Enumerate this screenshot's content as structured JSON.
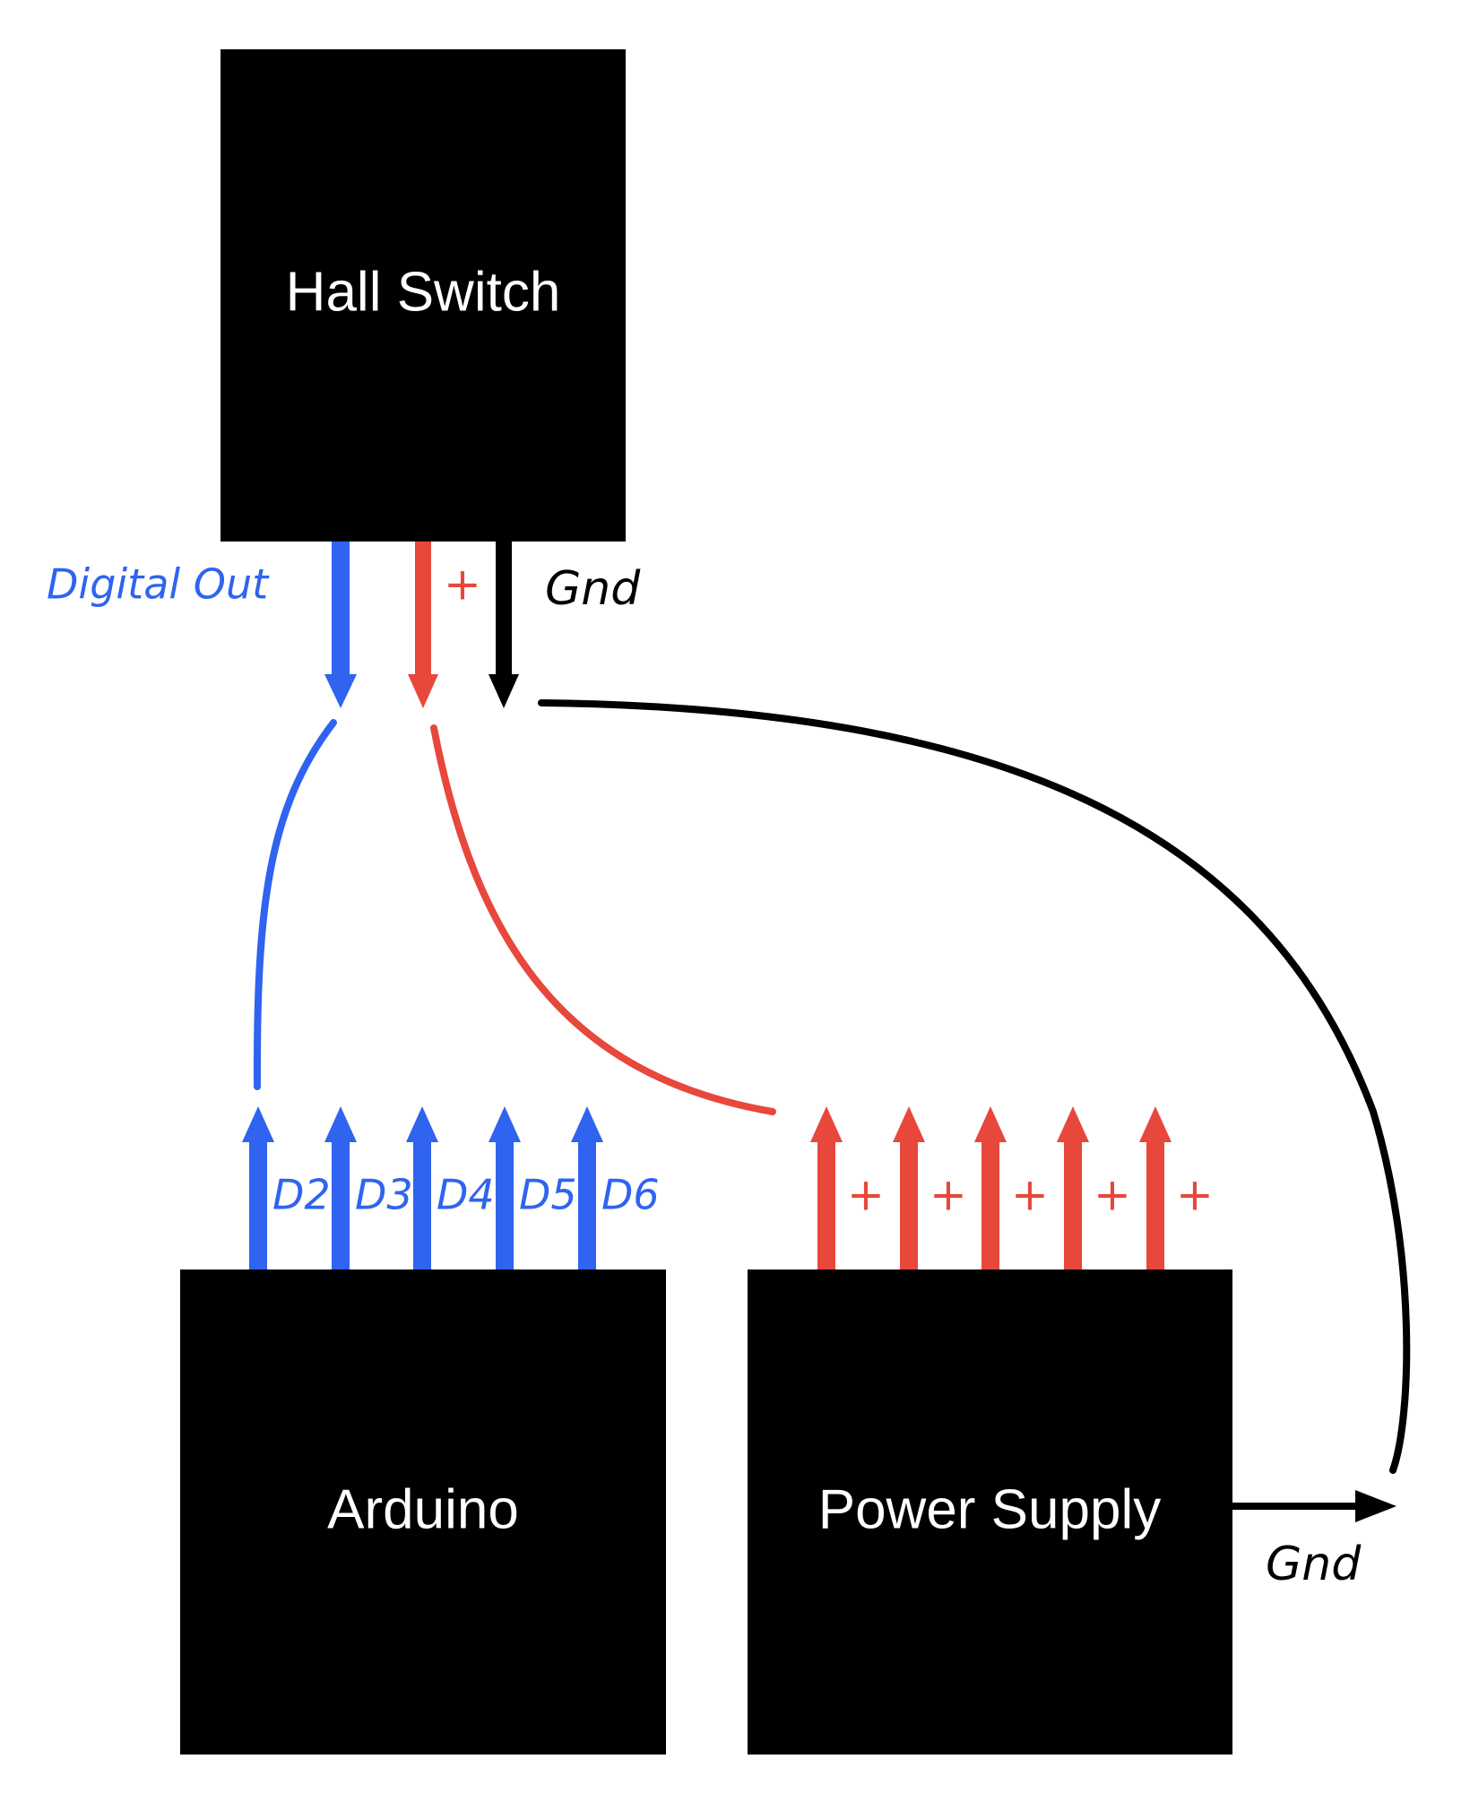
{
  "colors": {
    "box": "#000000",
    "box_text": "#ffffff",
    "signal": "#2f63f0",
    "power": "#e8473c",
    "ground": "#000000"
  },
  "boxes": {
    "hall_switch": "Hall Switch",
    "arduino": "Arduino",
    "power_supply": "Power Supply"
  },
  "hall_pins": {
    "digital_out": "Digital Out",
    "plus": "+",
    "gnd": "Gnd"
  },
  "arduino_pins": [
    "D2",
    "D3",
    "D4",
    "D5",
    "D6"
  ],
  "power_pins": [
    "+",
    "+",
    "+",
    "+",
    "+"
  ],
  "power_gnd": "Gnd"
}
